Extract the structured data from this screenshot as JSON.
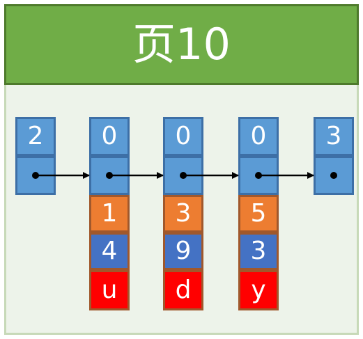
{
  "page": {
    "title": "页10"
  },
  "records": [
    {
      "id": "infimum",
      "head_value": "2",
      "fields": []
    },
    {
      "id": "rec1",
      "head_value": "0",
      "fields": [
        "1",
        "4",
        "u"
      ]
    },
    {
      "id": "rec2",
      "head_value": "0",
      "fields": [
        "3",
        "9",
        "d"
      ]
    },
    {
      "id": "rec3",
      "head_value": "0",
      "fields": [
        "5",
        "3",
        "y"
      ]
    },
    {
      "id": "supremum",
      "head_value": "3",
      "fields": []
    }
  ],
  "colors": {
    "header_green": "#70ad47",
    "page_background": "#edf3ea",
    "head_blue": "#5b9bd5",
    "field_orange": "#ed7d31",
    "field_dark_blue": "#4472c4",
    "field_red": "#ff0000",
    "arrow": "#000000"
  }
}
